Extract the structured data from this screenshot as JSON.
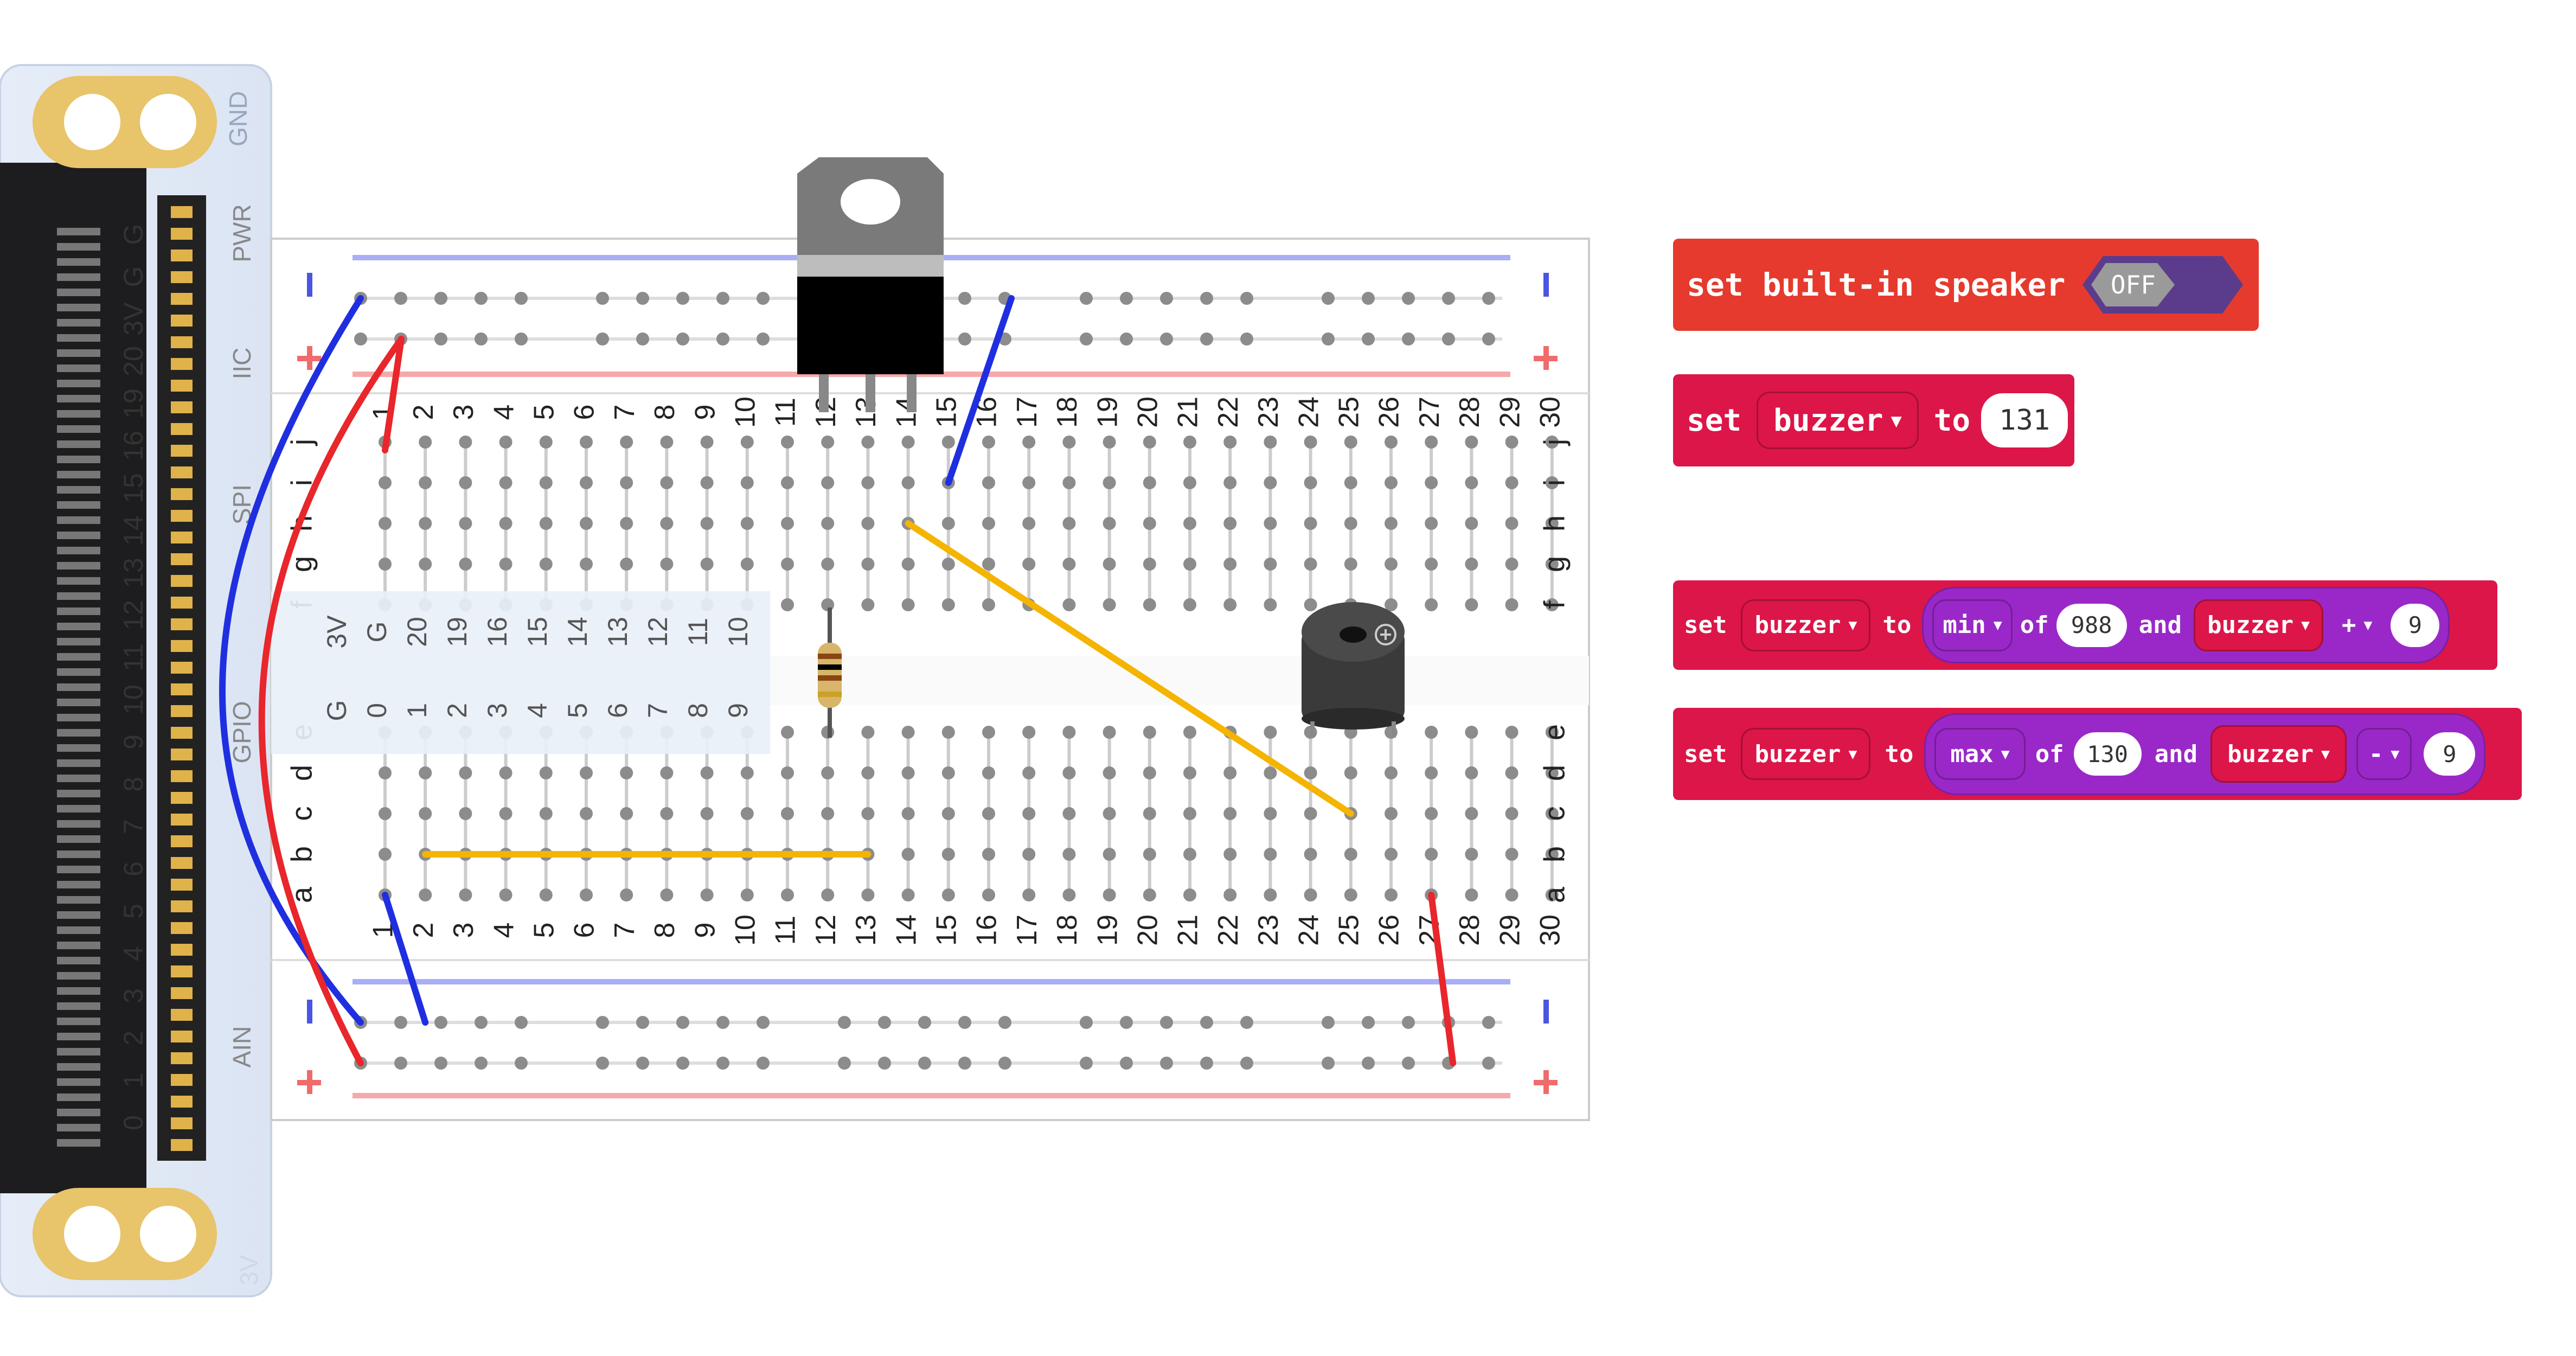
{
  "board": {
    "gpio_label": "GPIO",
    "pin_labels_left": [
      "0",
      "1",
      "2",
      "3",
      "4",
      "5",
      "6",
      "7",
      "8",
      "9",
      "10",
      "11",
      "12",
      "13",
      "14",
      "15",
      "16",
      "19",
      "20",
      "3V",
      "G",
      "G"
    ],
    "section_labels": [
      "PWR",
      "IIC",
      "SPI",
      "GPIO",
      "AIN"
    ],
    "corner_label": "GND",
    "corner_label_bottom": "3V"
  },
  "breadboard": {
    "columns": [
      "1",
      "2",
      "3",
      "4",
      "5",
      "6",
      "7",
      "8",
      "9",
      "10",
      "11",
      "12",
      "13",
      "14",
      "15",
      "16",
      "17",
      "18",
      "19",
      "20",
      "21",
      "22",
      "23",
      "24",
      "25",
      "26",
      "27",
      "28",
      "29",
      "30"
    ],
    "rows_top": [
      "j",
      "i",
      "h",
      "g",
      "f"
    ],
    "rows_bottom": [
      "e",
      "d",
      "c",
      "b",
      "a"
    ],
    "rail_minus": "-",
    "rail_plus": "+",
    "overlay_top": [
      "3V",
      "G",
      "20",
      "19",
      "16",
      "15",
      "14",
      "13",
      "12",
      "11",
      "10"
    ],
    "overlay_bottom": [
      "G",
      "0",
      "1",
      "2",
      "3",
      "4",
      "5",
      "6",
      "7",
      "8",
      "9"
    ],
    "colors": {
      "red": "#e8262b",
      "blue": "#1f2fe0",
      "yellow": "#f4b400",
      "rail_blue": "#a9aef5",
      "rail_red": "#f5a9a9"
    }
  },
  "blocks": {
    "b1": {
      "set": "set built-in speaker",
      "value": "OFF"
    },
    "b2": {
      "set": "set",
      "var": "buzzer",
      "to": "to",
      "num": "131"
    },
    "b3": {
      "set": "set",
      "var": "buzzer",
      "to": "to",
      "fn": "min",
      "of": "of",
      "num1": "988",
      "and": "and",
      "var2": "buzzer",
      "op": "+",
      "num2": "9"
    },
    "b4": {
      "set": "set",
      "var": "buzzer",
      "to": "to",
      "fn": "max",
      "of": "of",
      "num1": "130",
      "and": "and",
      "var2": "buzzer",
      "op": "-",
      "num2": "9"
    }
  }
}
